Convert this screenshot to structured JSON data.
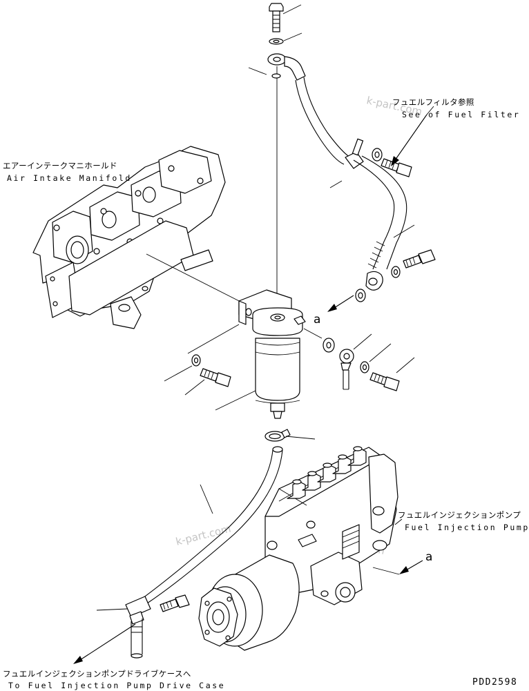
{
  "labels": {
    "fuel_filter_ref_jp": "フュエルフィルタ参照",
    "fuel_filter_ref_en": "See of Fuel Filter",
    "air_intake_jp": "エアーインテークマニホールド",
    "air_intake_en": "Air Intake Manifold",
    "injection_pump_jp": "フュエルインジェクションポンプ",
    "injection_pump_en": "Fuel Injection Pump",
    "drive_case_jp": "フュエルインジェクションポンプドライブケースへ",
    "drive_case_en": "To Fuel Injection Pump Drive Case",
    "ref_a_upper": "a",
    "ref_a_lower": "a",
    "drawing_code": "PDD2598"
  },
  "watermark": "k-part.com",
  "colors": {
    "line": "#000000",
    "background": "#ffffff",
    "watermark": "#c4c4c4"
  }
}
